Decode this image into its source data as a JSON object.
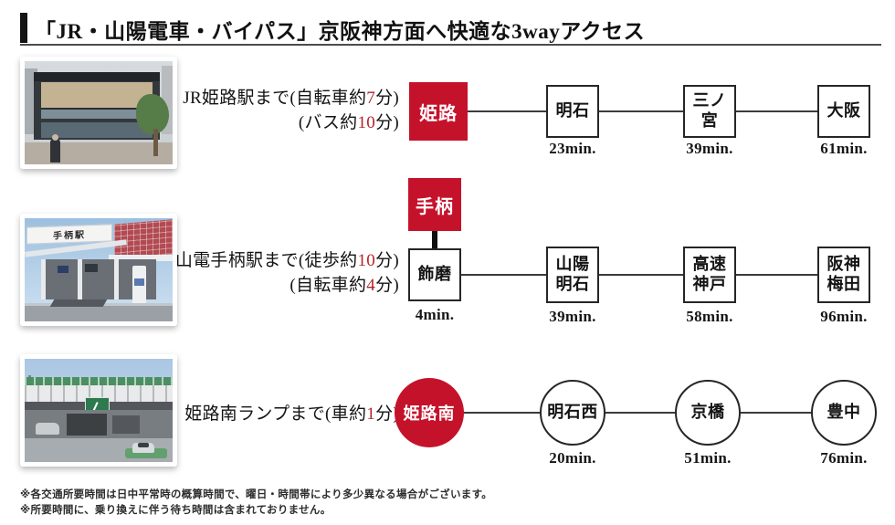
{
  "header": {
    "title": "「JR・山陽電車・バイパス」京阪神方面へ快適な3wayアクセス"
  },
  "routes": [
    {
      "id": "jr",
      "caption": {
        "line1": {
          "pre": "JR姫路駅まで(自転車約",
          "num": "7",
          "post": "分)"
        },
        "line2": {
          "pre": "(バス約",
          "num": "10",
          "post": "分)"
        }
      },
      "origin": "姫路",
      "stations": [
        {
          "name": "明石",
          "time": "23min."
        },
        {
          "name": "三ノ宮",
          "time": "39min."
        },
        {
          "name": "大阪",
          "time": "61min."
        }
      ]
    },
    {
      "id": "sanyo",
      "caption": {
        "line1": {
          "pre": "山電手柄駅まで(徒歩約",
          "num": "10",
          "post": "分)"
        },
        "line2": {
          "pre": "(自転車約",
          "num": "4",
          "post": "分)"
        }
      },
      "origin": "手柄",
      "near": {
        "name": "飾磨",
        "time": "4min."
      },
      "stations": [
        {
          "name": "山陽\n明石",
          "time": "39min."
        },
        {
          "name": "高速\n神戸",
          "time": "58min."
        },
        {
          "name": "阪神\n梅田",
          "time": "96min."
        }
      ]
    },
    {
      "id": "bypass",
      "caption": {
        "line1": {
          "pre": "姫路南ランプまで(車約",
          "num": "1",
          "post": "分)"
        }
      },
      "origin": "姫路南",
      "stations": [
        {
          "name": "明石西",
          "time": "20min."
        },
        {
          "name": "京橋",
          "time": "51min."
        },
        {
          "name": "豊中",
          "time": "76min."
        }
      ]
    }
  ],
  "photos": [
    {
      "sign": ""
    },
    {
      "sign": "手柄駅"
    },
    {
      "sign": ""
    }
  ],
  "notes": [
    "※各交通所要時間は日中平常時の概算時間で、曜日・時間帯により多少異なる場合がございます。",
    "※所要時間に、乗り換えに伴う待ち時間は含まれておりません。"
  ],
  "colors": {
    "accent_red": "#c5122b",
    "number_red": "#b3242b"
  }
}
